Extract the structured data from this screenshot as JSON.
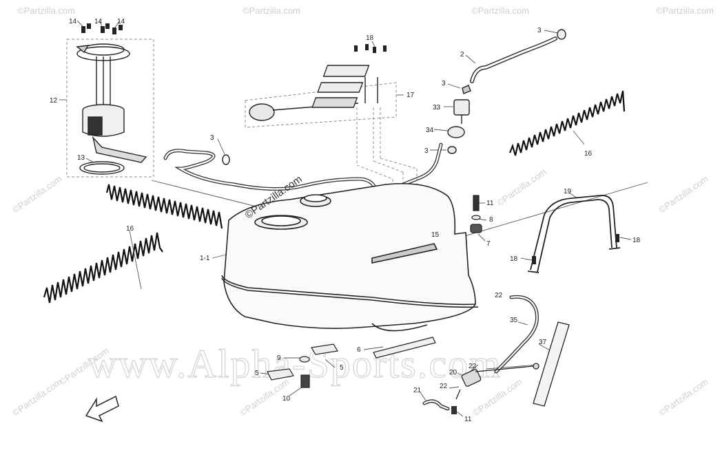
{
  "watermarks": {
    "corner_mark": "©Partzilla.com",
    "center_mark": "©Partzilla.com",
    "banner": "www.Alpha-Sports.com"
  },
  "callouts": [
    {
      "id": "c14a",
      "text": "14"
    },
    {
      "id": "c14b",
      "text": "14"
    },
    {
      "id": "c14c",
      "text": "14"
    },
    {
      "id": "c12",
      "text": "12"
    },
    {
      "id": "c13",
      "text": "13"
    },
    {
      "id": "c16a",
      "text": "16"
    },
    {
      "id": "c16b",
      "text": "16"
    },
    {
      "id": "c1-1",
      "text": "1-1"
    },
    {
      "id": "c3a",
      "text": "3"
    },
    {
      "id": "c18a",
      "text": "18"
    },
    {
      "id": "c17",
      "text": "17"
    },
    {
      "id": "c3b",
      "text": "3"
    },
    {
      "id": "c2",
      "text": "2"
    },
    {
      "id": "c3c",
      "text": "3"
    },
    {
      "id": "c33",
      "text": "33"
    },
    {
      "id": "c34",
      "text": "34"
    },
    {
      "id": "c3d",
      "text": "3"
    },
    {
      "id": "c11a",
      "text": "11"
    },
    {
      "id": "c8",
      "text": "8"
    },
    {
      "id": "c7",
      "text": "7"
    },
    {
      "id": "c15",
      "text": "15"
    },
    {
      "id": "c19",
      "text": "19"
    },
    {
      "id": "c18b",
      "text": "18"
    },
    {
      "id": "c18c",
      "text": "18"
    },
    {
      "id": "c22a",
      "text": "22"
    },
    {
      "id": "c35",
      "text": "35"
    },
    {
      "id": "c37",
      "text": "37"
    },
    {
      "id": "c6",
      "text": "6"
    },
    {
      "id": "c9",
      "text": "9"
    },
    {
      "id": "c5a",
      "text": "5"
    },
    {
      "id": "c5b",
      "text": "5"
    },
    {
      "id": "c10",
      "text": "10"
    },
    {
      "id": "c22b",
      "text": "22"
    },
    {
      "id": "c20",
      "text": "20"
    },
    {
      "id": "c22c",
      "text": "22"
    },
    {
      "id": "c21",
      "text": "21"
    },
    {
      "id": "c11b",
      "text": "11"
    }
  ]
}
